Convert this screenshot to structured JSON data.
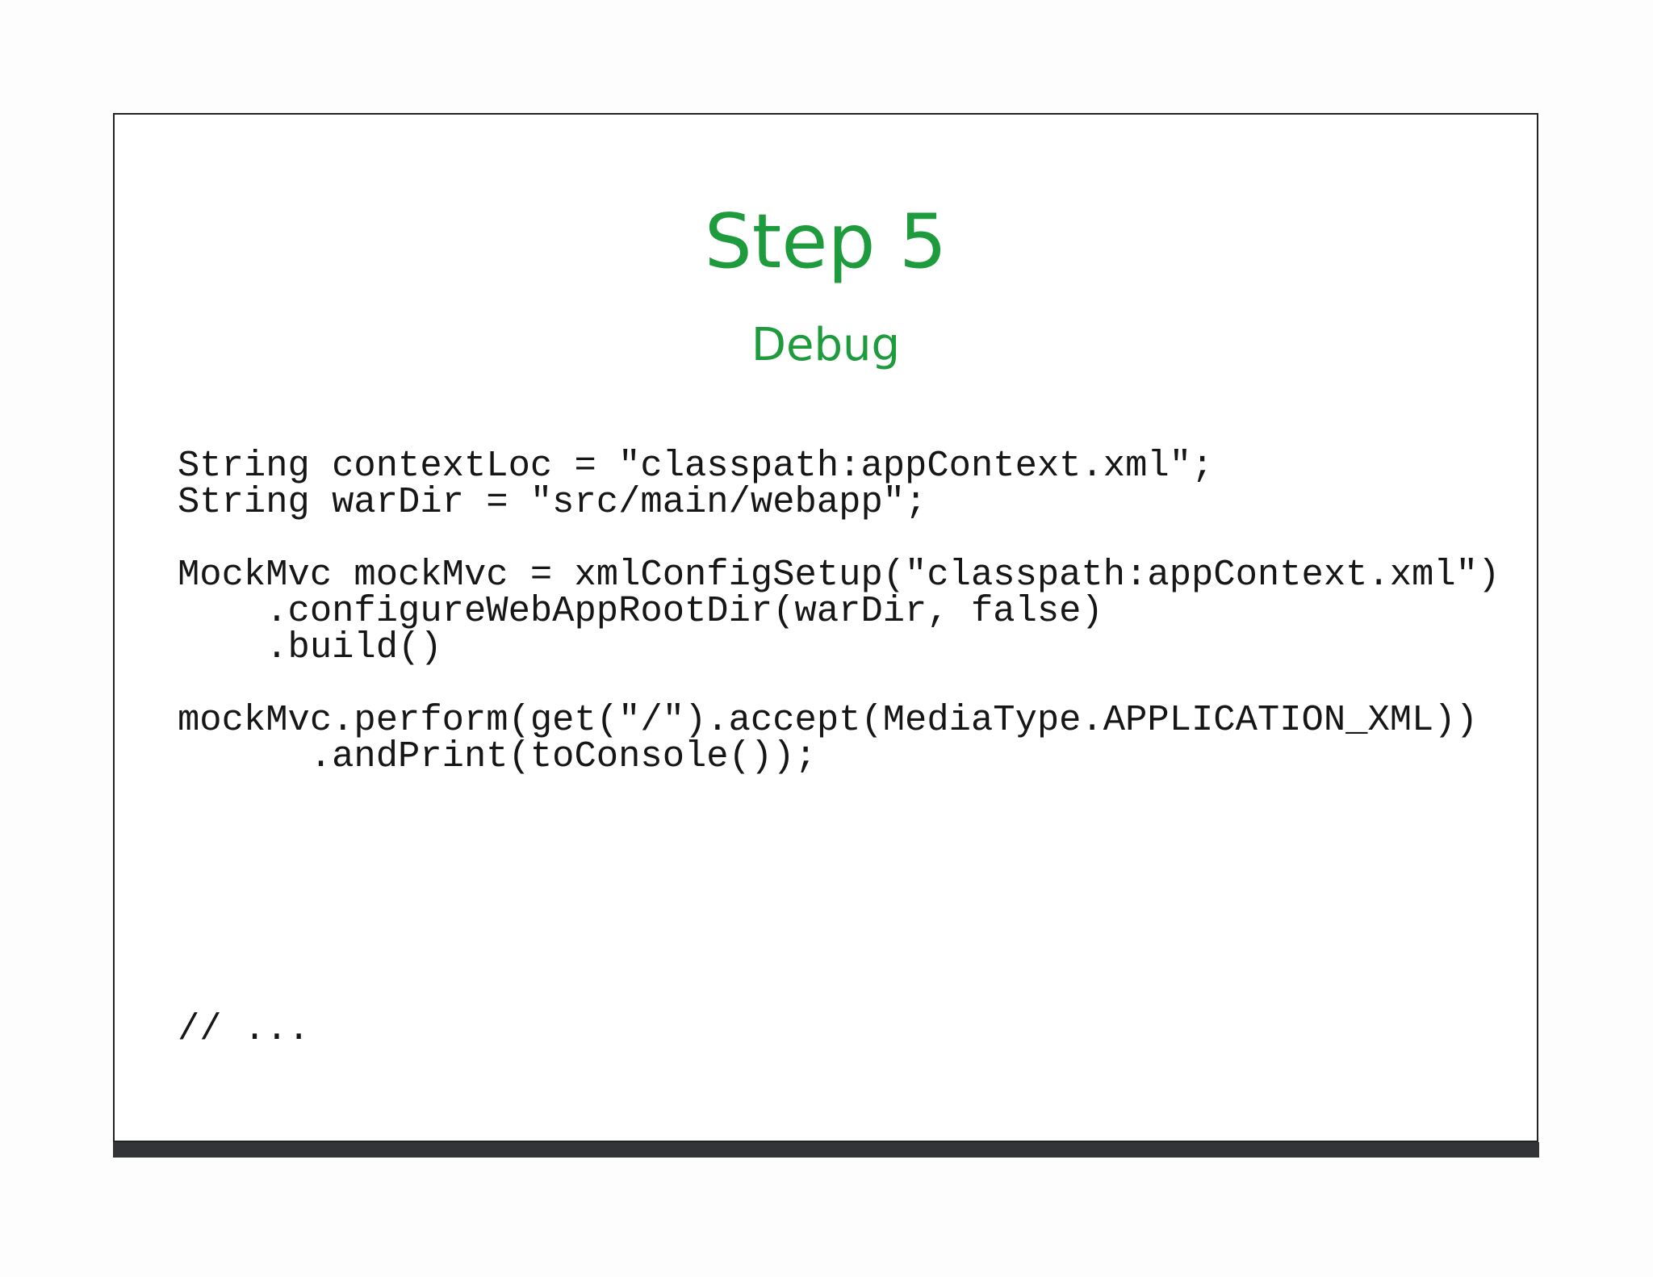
{
  "slide": {
    "title": "Step 5",
    "subtitle": "Debug",
    "code_lines": [
      "String contextLoc = \"classpath:appContext.xml\";",
      "String warDir = \"src/main/webapp\";",
      "",
      "MockMvc mockMvc = xmlConfigSetup(\"classpath:appContext.xml\")",
      "    .configureWebAppRootDir(warDir, false)",
      "    .build()",
      "",
      "mockMvc.perform(get(\"/\").accept(MediaType.APPLICATION_XML))",
      "      .andPrint(toConsole());"
    ],
    "comment_line": "// ..."
  },
  "colors": {
    "accent_green": "#1d9b3d",
    "footer_bar": "#333437",
    "slide_border": "#232323",
    "code_text": "#161616",
    "page_background": "#fdfdfd",
    "slide_background": "#ffffff"
  }
}
